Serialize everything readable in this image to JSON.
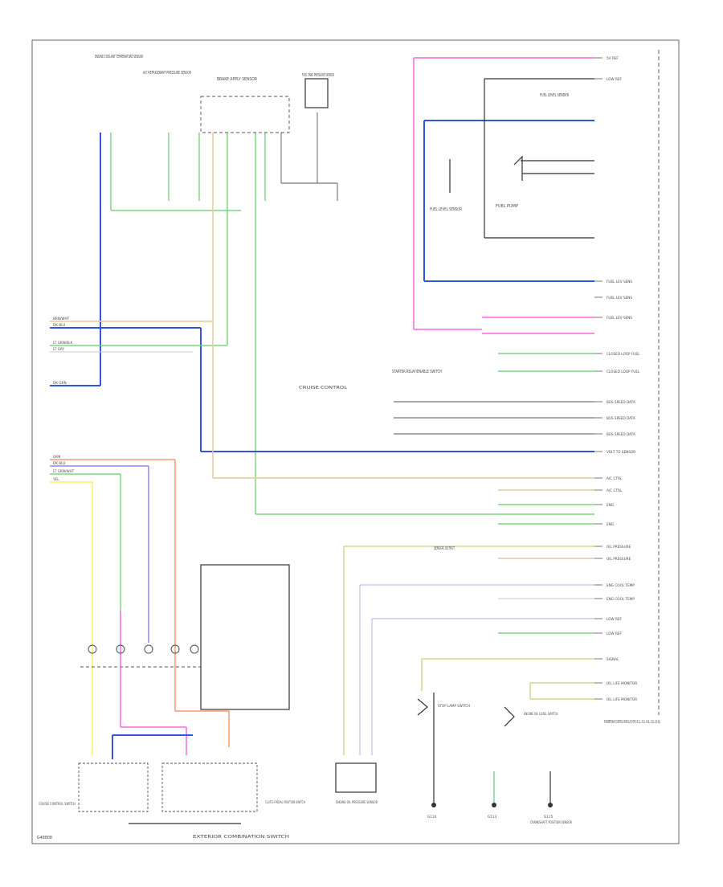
{
  "diagram": {
    "footer_left": "G48808",
    "bottom_label": "EXTERIOR COMBINATION SWITCH",
    "ecm_label": "POWERTRAIN CONTROL MODULE (PCM) (6.2L, 6.0L, 4.8L, 5.3L & 6.6L)",
    "top_components": [
      "ENGINE COOLANT TEMPERATURE SENSOR",
      "A/C REFRIGERANT PRESSURE SENSOR",
      "BRAKE APPLY SENSOR",
      "FUEL TANK PRESSURE SENSOR"
    ],
    "fuel_sender": {
      "title": "FUEL LEVEL SENDER",
      "level_label": "FUEL LEVEL SENSOR",
      "pump_label": "FUEL PUMP"
    },
    "left_bus_labels": [
      "BRN/WHT",
      "DK BLU",
      "LT GRN/BLK",
      "LT GRY",
      "DK GRN"
    ],
    "left_bus2_labels": [
      "ORN",
      "DK BLU",
      "LT GRN/WHT",
      "YEL"
    ],
    "wire_colors": {
      "pink": "#ff66e0",
      "blue": "#3355dd",
      "green": "#66cc66",
      "tan": "#e6c999",
      "orange": "#ff9966",
      "yellow": "#ffee66",
      "olive": "#d6d688",
      "lavender": "#c8bfe6",
      "dark": "#333333"
    },
    "right_pins": [
      "5V REF",
      "LOW REF",
      "FUEL LEV SENS",
      "FUEL LEV SENS",
      "FUEL LEV SENS",
      "CLOSED LOOP FUEL",
      "CLOSED LOOP FUEL",
      "BUS SPEED DATA",
      "BUS SPEED DATA",
      "BUS SPEED DATA",
      "VOLT TO SENSOR",
      "A/C CTRL",
      "A/C CTRL",
      "ENG",
      "ENG",
      "OIL PRESSURE",
      "OIL PRESSURE",
      "ENG COOL TEMP",
      "ENG COOL TEMP",
      "LOW REF",
      "LOW REF",
      "SIGNAL",
      "OIL LIFE MONITOR",
      "OIL LIFE MONITOR"
    ],
    "mid_labels": {
      "starter": "STARTER RELAY/ENABLE SWITCH",
      "cruise": "CRUISE CONTROL",
      "gauge": "SENSOR OUTPUT"
    },
    "bottom_components": [
      "CRUISE CONTROL SWITCH",
      "CLUTCH PEDAL POSITION SWITCH",
      "ENGINE OIL PRESSURE SENSOR",
      "STOP LAMP SWITCH",
      "ENGINE OIL LEVEL SWITCH",
      "CRANKSHAFT POSITION SENSOR"
    ],
    "bottom_grounds": [
      "G110",
      "G113",
      "G115"
    ]
  }
}
